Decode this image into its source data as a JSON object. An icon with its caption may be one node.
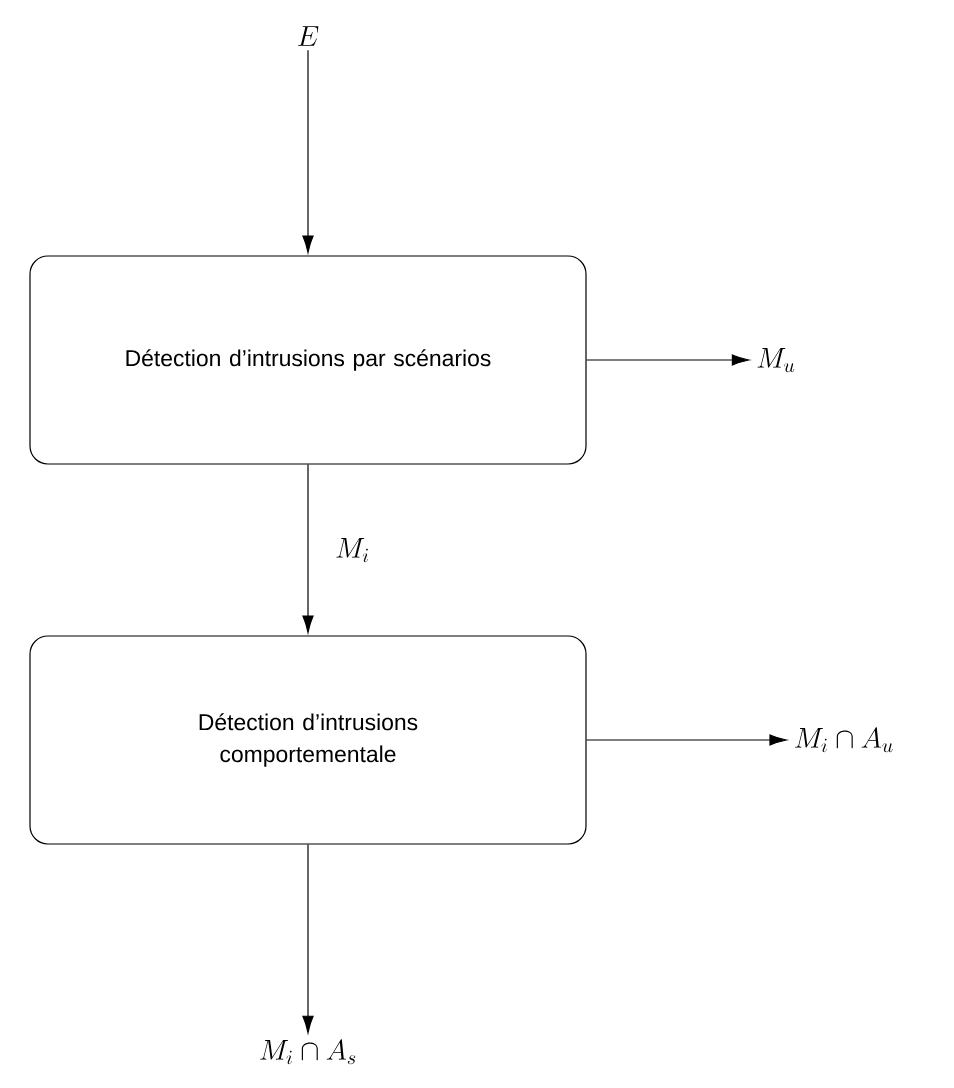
{
  "diagram": {
    "nodes": [
      {
        "text": [
          "E"
        ]
      },
      {
        "text": [
          "Détection d’intrusions par scénarios"
        ]
      },
      {
        "text": [
          "M_u"
        ]
      },
      {
        "text": [
          "Détection d’intrusions comportementale"
        ]
      },
      {
        "text": [
          "M_i \\cap A_u"
        ]
      },
      {
        "text": [
          "M_i \\cap A_s"
        ]
      }
    ],
    "edges": [
      {
        "from": 0,
        "to": 1,
        "arrow": "to"
      },
      {
        "from": 1,
        "to": 2,
        "arrow": "to"
      },
      {
        "from": 1,
        "to": 3,
        "arrow": "to",
        "label": "M_i"
      },
      {
        "from": 3,
        "to": 4,
        "arrow": "to"
      },
      {
        "from": 3,
        "to": 5,
        "arrow": "to"
      }
    ]
  }
}
